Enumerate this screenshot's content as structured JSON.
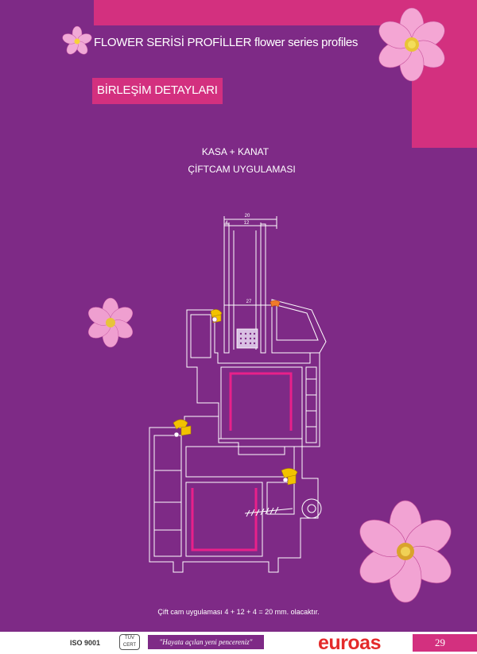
{
  "header": {
    "title": "FLOWER SERİSİ PROFİLLER flower series profiles"
  },
  "section": {
    "title": "BİRLEŞİM DETAYLARI"
  },
  "drawing": {
    "line1": "KASA  + KANAT",
    "line2": "ÇİFTCAM UYGULAMASI",
    "dim_total": "20",
    "dim_a": "4",
    "dim_b": "12",
    "dim_c": "27"
  },
  "note": "Çift cam uygulaması 4 + 12 + 4 = 20 mm. olacaktır.",
  "footer": {
    "iso": "ISO 9001",
    "tuv": "TÜV CERT",
    "slogan": "\"Hayata açılan yeni pencereniz\"",
    "brand": "euroas",
    "page_number": "29"
  },
  "colors": {
    "background": "#7e2a86",
    "accent": "#d3307f",
    "outline": "#ffffff",
    "gasket": "#f2c200",
    "steel": "#e8208a",
    "sash_gasket": "#f07a2a"
  }
}
